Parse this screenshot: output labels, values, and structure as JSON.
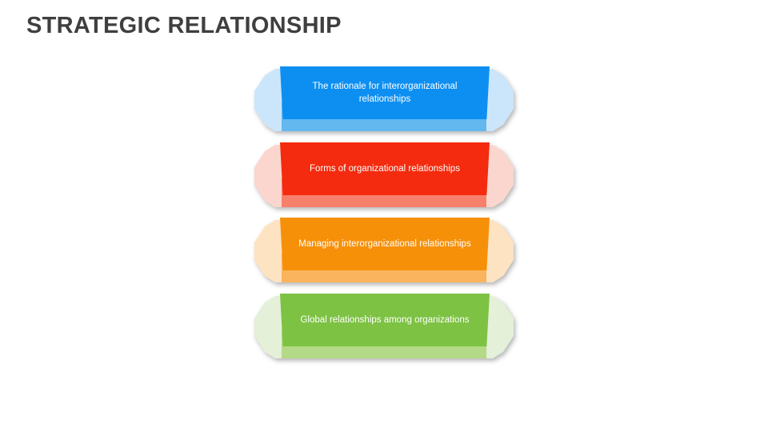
{
  "slide": {
    "title": "STRATEGIC RELATIONSHIP",
    "title_color": "#3f3f3f",
    "background_color": "#ffffff"
  },
  "bars": [
    {
      "label": "The rationale for interorganizational relationships",
      "face_color": "#0d8ff2",
      "band_color": "#63b8f0",
      "plate_color": "#cbe6fb",
      "text_color": "#ffffff"
    },
    {
      "label": "Forms of organizational relationships",
      "face_color": "#f42b0e",
      "band_color": "#f7806c",
      "plate_color": "#fbd6ce",
      "text_color": "#ffffff"
    },
    {
      "label": "Managing interorganizational relationships",
      "face_color": "#f79009",
      "band_color": "#fab45e",
      "plate_color": "#fde3c2",
      "text_color": "#ffffff"
    },
    {
      "label": "Global relationships among organizations",
      "face_color": "#7dc243",
      "band_color": "#b5da87",
      "plate_color": "#e4f0d8",
      "text_color": "#ffffff"
    }
  ]
}
